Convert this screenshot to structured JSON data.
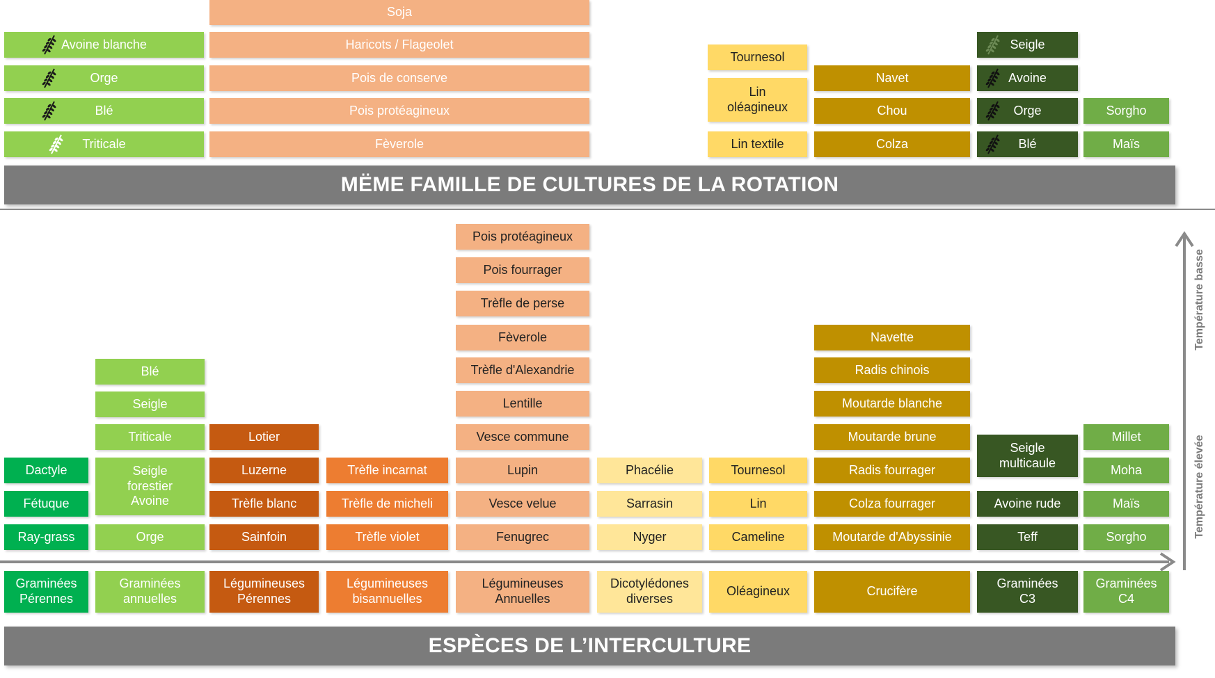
{
  "colors": {
    "bright_green": "#00b050",
    "light_green": "#92d050",
    "dark_orange": "#c55a11",
    "orange": "#ed7d31",
    "peach": "#f4b183",
    "cream": "#ffe699",
    "yellow": "#ffd966",
    "mustard": "#bf9000",
    "dark_green": "#385723",
    "mid_green": "#70ad47",
    "banner_gray": "#7b7b7b"
  },
  "top": {
    "banner": "MËME FAMILLE DE CULTURES DE LA ROTATION",
    "cereales": [
      "Avoine blanche",
      "Orge",
      "Blé",
      "Triticale"
    ],
    "legumineuses": [
      "Soja",
      "Haricots / Flageolet",
      "Pois de conserve",
      "Pois protéagineux",
      "Fèverole"
    ],
    "oleagineux": [
      "Tournesol",
      "Lin\noléagineux",
      "Lin textile"
    ],
    "cruciferes": [
      "Navet",
      "Chou",
      "Colza"
    ],
    "c3": [
      "Seigle",
      "Avoine",
      "Orge",
      "Blé"
    ],
    "c4": [
      "Sorgho",
      "Maïs"
    ]
  },
  "bottom": {
    "banner": "ESPÈCES DE L’INTERCULTURE",
    "axis_label_low": "Température basse",
    "axis_label_high": "Température élevée",
    "groups": {
      "graminees_perennes": {
        "header": "Graminées\nPérennes",
        "items": [
          "Dactyle",
          "Fétuque",
          "Ray-grass"
        ]
      },
      "graminees_annuelles": {
        "header": "Graminées\nannuelles",
        "items": [
          "Blé",
          "Seigle",
          "Triticale",
          "Seigle\nforestier\nAvoine",
          "Orge"
        ]
      },
      "legumineuses_perennes": {
        "header": "Légumineuses\nPérennes",
        "items": [
          "Lotier",
          "Luzerne",
          "Trèfle blanc",
          "Sainfoin"
        ]
      },
      "legumineuses_bisannuelles": {
        "header": "Légumineuses\nbisannuelles",
        "items": [
          "Trèfle incarnat",
          "Trèfle de micheli",
          "Trèfle violet"
        ]
      },
      "legumineuses_annuelles": {
        "header": "Légumineuses\nAnnuelles",
        "items": [
          "Pois protéagineux",
          "Pois fourrager",
          "Trèfle de perse",
          "Fèverole",
          "Trèfle d'Alexandrie",
          "Lentille",
          "Vesce commune",
          "Lupin",
          "Vesce velue",
          "Fenugrec"
        ]
      },
      "dicotyledones": {
        "header": "Dicotylédones\ndiverses",
        "items": [
          "Phacélie",
          "Sarrasin",
          "Nyger"
        ]
      },
      "oleagineux": {
        "header": "Oléagineux",
        "items": [
          "Tournesol",
          "Lin",
          "Cameline"
        ]
      },
      "crucifere": {
        "header": "Crucifère",
        "items": [
          "Navette",
          "Radis chinois",
          "Moutarde blanche",
          "Moutarde brune",
          "Radis fourrager",
          "Colza fourrager",
          "Moutarde d'Abyssinie"
        ]
      },
      "graminees_c3": {
        "header": "Graminées\nC3",
        "items": [
          "Seigle\nmulticaule",
          "Avoine rude",
          "Teff"
        ]
      },
      "graminees_c4": {
        "header": "Graminées\nC4",
        "items": [
          "Millet",
          "Moha",
          "Maïs",
          "Sorgho"
        ]
      }
    }
  }
}
